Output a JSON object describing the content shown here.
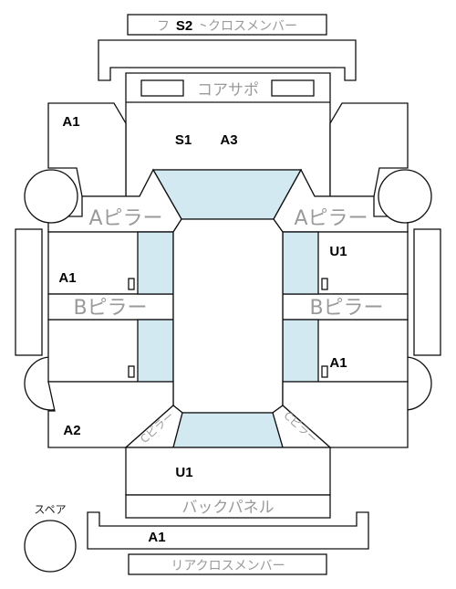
{
  "labels": {
    "front_cross_member": "フロントクロスメンバー",
    "core_support": "コアサポ",
    "a_pillar_left": "Aピラー",
    "a_pillar_right": "Aピラー",
    "b_pillar_left": "Bピラー",
    "b_pillar_right": "Bピラー",
    "c_pillar_left": "Cピラー",
    "c_pillar_right": "Cピラー",
    "back_panel": "バックパネル",
    "rear_cross_member": "リアクロスメンバー",
    "spare": "スペア"
  },
  "codes": {
    "front_cross_member": "S2",
    "hood_1": "S1",
    "hood_2": "A3",
    "front_left_fender": "A1",
    "front_left_door": "A1",
    "rear_left_quarter": "A2",
    "front_right_door": "U1",
    "rear_right_door": "A1",
    "trunk": "U1",
    "rear_cross_member": "A1"
  }
}
